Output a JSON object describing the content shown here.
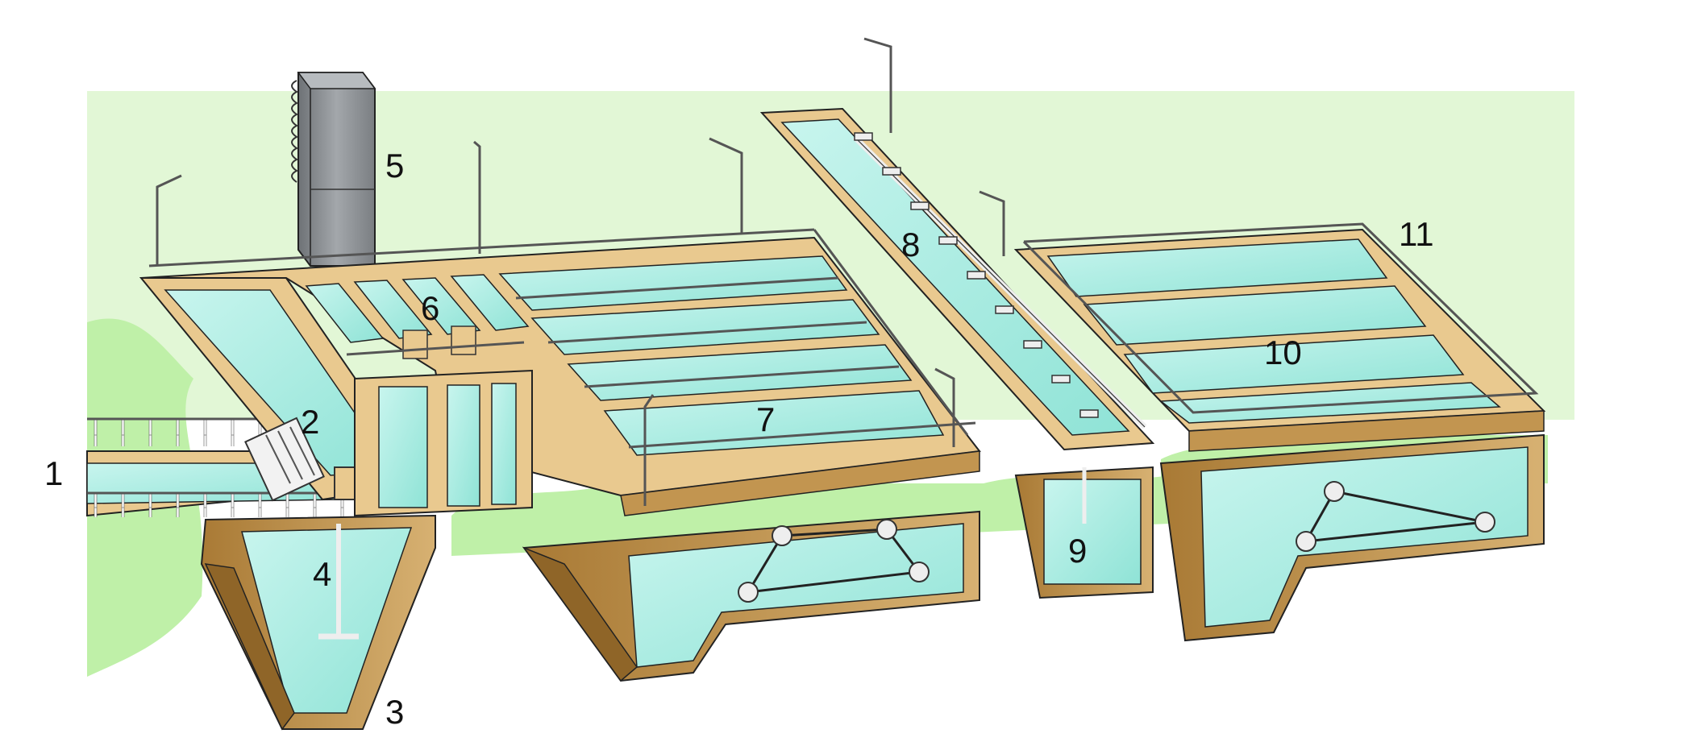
{
  "diagram": {
    "callouts": [
      {
        "id": "1",
        "text": "1"
      },
      {
        "id": "2",
        "text": "2"
      },
      {
        "id": "3",
        "text": "3"
      },
      {
        "id": "4",
        "text": "4"
      },
      {
        "id": "5",
        "text": "5"
      },
      {
        "id": "6",
        "text": "6"
      },
      {
        "id": "7",
        "text": "7"
      },
      {
        "id": "8",
        "text": "8"
      },
      {
        "id": "9",
        "text": "9"
      },
      {
        "id": "10",
        "text": "10"
      },
      {
        "id": "11",
        "text": "11"
      }
    ]
  },
  "colors": {
    "background_wash": "#e2f7d6",
    "ground": "#bff0a8",
    "concrete_top": "#e9c98f",
    "concrete_side": "#c29550",
    "concrete_dark": "#8f6528",
    "water": "#9fe8dc",
    "water_light": "#d5f8f2",
    "railing": "#ffffff",
    "outline": "#222222",
    "tower": "#8d9195"
  }
}
